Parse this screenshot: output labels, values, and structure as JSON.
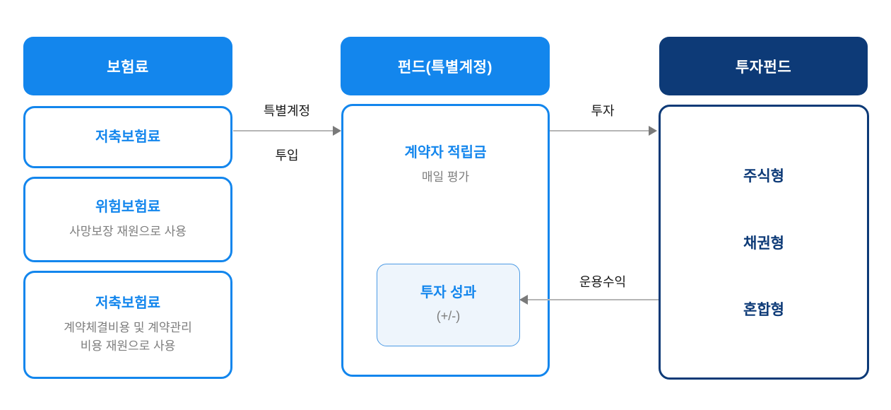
{
  "columns": {
    "premium": {
      "header": "보험료",
      "boxes": [
        {
          "title": "저축보험료"
        },
        {
          "title": "위험보험료",
          "subtitle": "사망보장 재원으로 사용"
        },
        {
          "title": "저축보험료",
          "subtitle": "계약체결비용 및 계약관리\n비용 재원으로 사용"
        }
      ]
    },
    "fund": {
      "header": "펀드(특별계정)",
      "box": {
        "title": "계약자 적립금",
        "subtitle": "매일 평가"
      },
      "result_box": {
        "title": "투자 성과",
        "subtitle": "(+/-)"
      }
    },
    "investment": {
      "header": "투자펀드",
      "items": [
        "주식형",
        "채권형",
        "혼합형"
      ]
    }
  },
  "arrows": {
    "premium_to_fund": {
      "label_top": "특별계정",
      "label_bottom": "투입"
    },
    "fund_to_investment": {
      "label": "투자"
    },
    "investment_to_result": {
      "label": "운용수익"
    }
  },
  "colors": {
    "primary_blue": "#1386ed",
    "navy": "#0d3a77",
    "light_blue_fill": "#eef5fc",
    "gray_text": "#7d7d7d",
    "arrow_line": "#b5b5b5",
    "arrow_head": "#7a7a7a"
  }
}
